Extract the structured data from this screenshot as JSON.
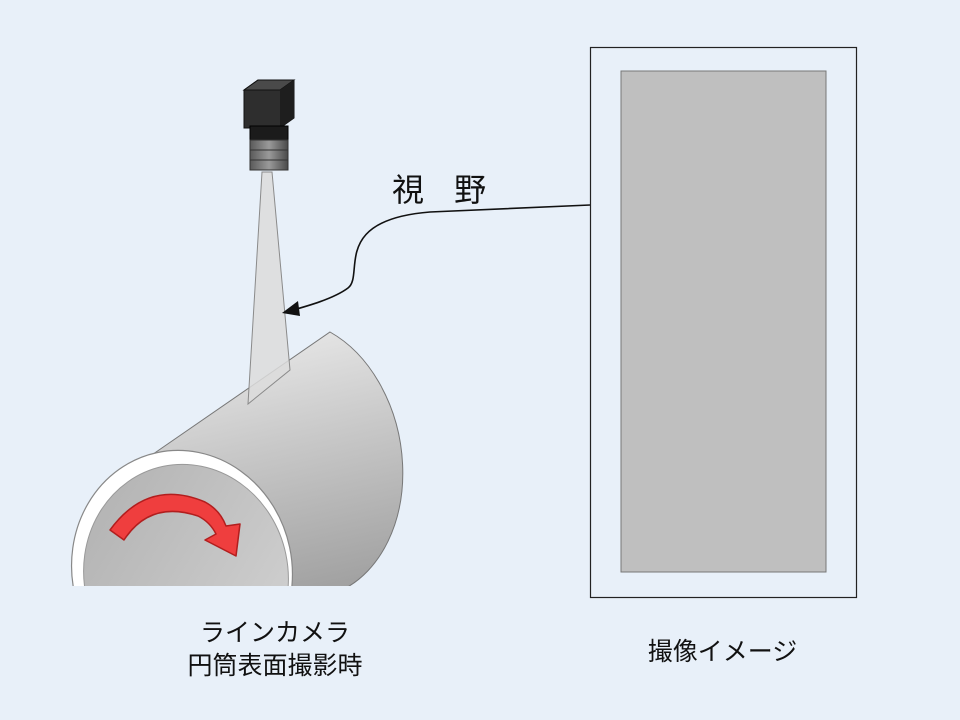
{
  "labels": {
    "field_of_view": "視 野",
    "camera_caption_line1": "ラインカメラ",
    "camera_caption_line2": "円筒表面撮影時",
    "image_caption": "撮像イメージ"
  },
  "icons": {
    "camera": "line-camera-icon",
    "rotation": "rotation-arrow-icon"
  },
  "colors": {
    "background": "#e8f0f9",
    "rotation_arrow": "#ef3e3e",
    "captured_image": "#bfbfbf",
    "cylinder": "#aaaaaa"
  }
}
